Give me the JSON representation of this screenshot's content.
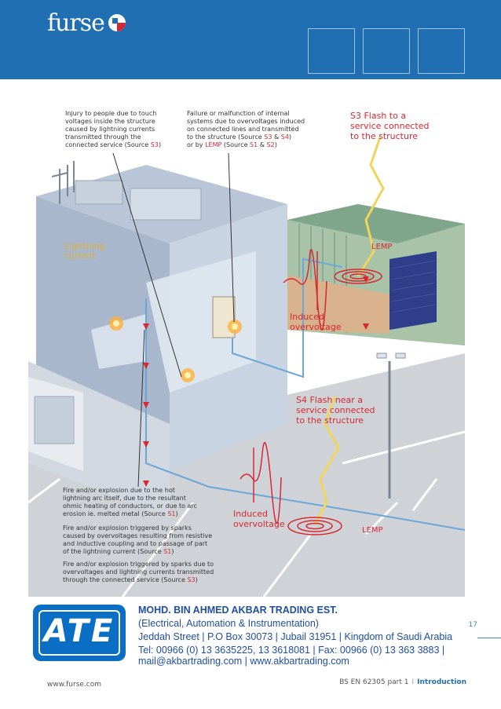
{
  "header": {
    "logo_text": "furse"
  },
  "callouts": {
    "injury": {
      "line1": "Injury to people due to touch",
      "line2": "voltages inside the structure",
      "line3": "caused by lightning currents",
      "line4": "transmitted through the",
      "line5_pre": "connected service (Source ",
      "line5_src": "S3",
      "line5_post": ")"
    },
    "failure": {
      "line1": "Failure or malfunction of internal",
      "line2": "systems due to overvoltages induced",
      "line3": "on connected lines and transmitted",
      "line4_pre": "to the structure (Source ",
      "line4_src1": "S3",
      "line4_mid": " & ",
      "line4_src2": "S4",
      "line4_post": ")",
      "line5_pre": "or by ",
      "line5_lemp": "LEMP",
      "line5_mid": " (Source ",
      "line5_src1": "S1",
      "line5_amp": " & ",
      "line5_src2": "S2",
      "line5_post": ")"
    },
    "s3_flash": {
      "line1": "S3 Flash to a",
      "line2": "service connected",
      "line3": "to the structure"
    },
    "lightning_current": {
      "line1": "Lightning",
      "line2": "current"
    },
    "lemp_top": "LEMP",
    "induced_top": {
      "line1": "Induced",
      "line2": "overvoltage"
    },
    "s4_flash": {
      "line1": "S4 Flash near a",
      "line2": "service connected",
      "line3": "to the structure"
    },
    "induced_bottom": {
      "line1": "Induced",
      "line2": "overvoltage"
    },
    "lemp_bottom": "LEMP",
    "fire1": {
      "line1": "Fire and/or explosion due to the hot",
      "line2": "lightning arc itself, due to the resultant",
      "line3": "ohmic heating of conductors, or due to arc",
      "line4_pre": "erosion ie. melted metal (Source ",
      "line4_src": "S1",
      "line4_post": ")"
    },
    "fire2": {
      "line1": "Fire and/or explosion triggered by sparks",
      "line2": "caused by overvoltages resulting from resistive",
      "line3": "and inductive coupling and to passage of part",
      "line4_pre": "of the lightning current (Source ",
      "line4_src": "S1",
      "line4_post": ")"
    },
    "fire3": {
      "line1": "Fire and/or explosion triggered by sparks due to",
      "line2": "overvoltages and lightning currents transmitted",
      "line3_pre": "through the connected service (Source ",
      "line3_src": "S3",
      "line3_post": ")"
    }
  },
  "company": {
    "logo_letters": "ATE",
    "name": "MOHD. BIN AHMED AKBAR TRADING EST.",
    "division": "(Electrical, Automation & Instrumentation)",
    "address": "Jeddah Street      | P.O Box  30073 | Jubail 31951 | Kingdom of Saudi Arabia",
    "phone": "Tel: 00966 (0) 13 3635225, 13 3618081 | Fax: 00966 (0) 13 363 3883 |",
    "web": "mail@akbartrading.com | www.akbartrading.com"
  },
  "page_number": "17",
  "footer": {
    "url": "www.furse.com",
    "doc": "BS EN 62305 part 1",
    "separator": "I",
    "section": "Introduction"
  },
  "colors": {
    "brand_blue": "#1f6fb2",
    "accent_red": "#d7282f",
    "label_yellow": "#e0b02c",
    "ate_blue": "#0a6fc4"
  }
}
